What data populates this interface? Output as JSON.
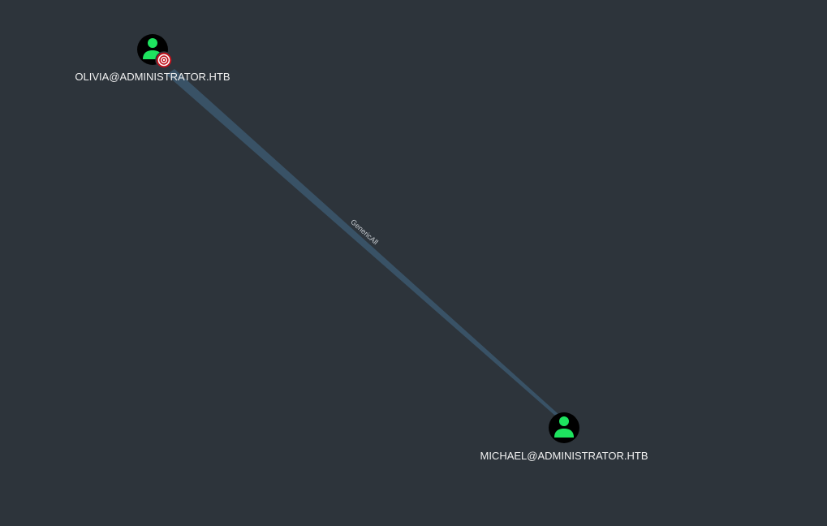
{
  "graph": {
    "background": "#2d343b",
    "edge_color": "#3a5468",
    "user_icon_color": "#1ee35f",
    "node_circle_color": "#000000",
    "target_badge_color": "#c0121c",
    "nodes": [
      {
        "id": "olivia",
        "label": "OLIVIA@ADMINISTRATOR.HTB",
        "icon": "user-icon",
        "badge": "target-icon"
      },
      {
        "id": "michael",
        "label": "MICHAEL@ADMINISTRATOR.HTB",
        "icon": "user-icon",
        "badge": ""
      }
    ],
    "edges": [
      {
        "from": "michael",
        "to": "olivia",
        "label": "GenericAll"
      }
    ]
  }
}
